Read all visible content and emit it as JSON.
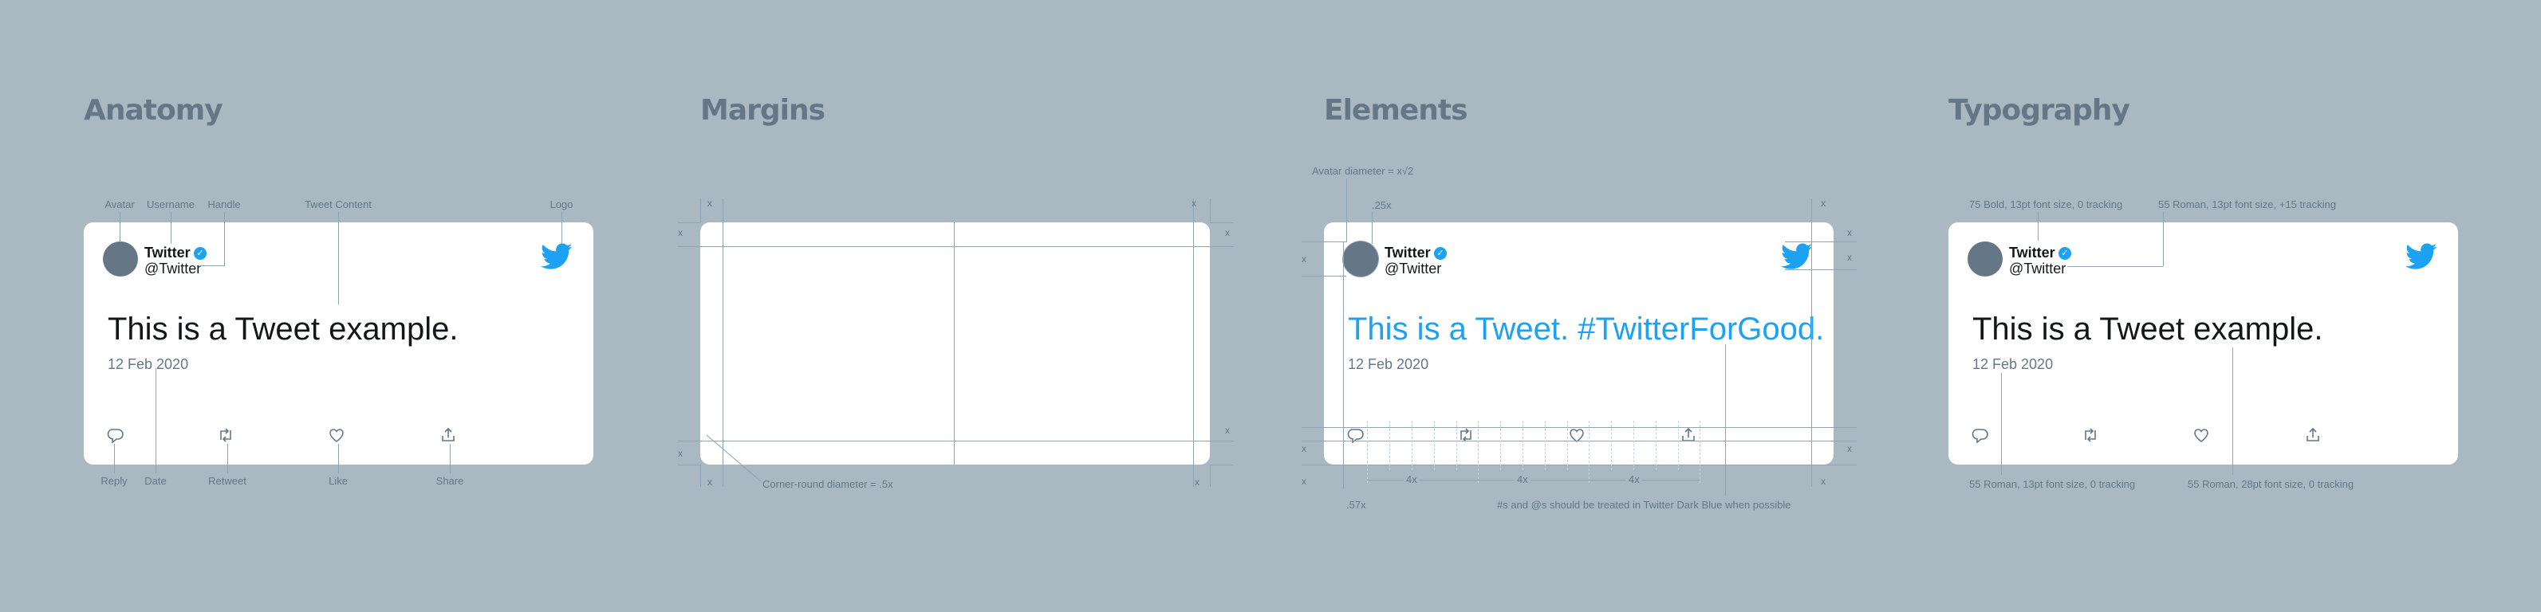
{
  "sections": {
    "anatomy": "Anatomy",
    "margins": "Margins",
    "elements": "Elements",
    "typography": "Typography"
  },
  "tweet": {
    "name": "Twitter",
    "handle": "@Twitter",
    "text": "This is a Tweet example.",
    "text_elements": "This is a Tweet. #TwitterForGood.",
    "date": "12 Feb 2020"
  },
  "anatomy_labels": {
    "avatar": "Avatar",
    "username": "Username",
    "handle": "Handle",
    "tweet_content": "Tweet Content",
    "logo": "Logo",
    "reply": "Reply",
    "date": "Date",
    "retweet": "Retweet",
    "like": "Like",
    "share": "Share"
  },
  "margins_labels": {
    "x": "x",
    "corner": "Corner-round diameter = .5x"
  },
  "elements_labels": {
    "avatar_diameter": "Avatar diameter = x√2",
    "quarter_x": ".25x",
    "x": "x",
    "four_x": "4x",
    "point57x": ".57x",
    "color_note": "#s and @s should be treated in Twitter Dark Blue when possible"
  },
  "typography_labels": {
    "bold_spec": "75 Bold, 13pt font size, 0 tracking",
    "roman_handle_spec": "55 Roman, 13pt font size, +15 tracking",
    "roman_date_spec": "55 Roman, 13pt font size, 0 tracking",
    "roman_body_spec": "55 Roman, 28pt font size, 0 tracking"
  },
  "icons": [
    "reply-icon",
    "retweet-icon",
    "like-icon",
    "share-icon",
    "twitter-bird-icon",
    "verified-badge-icon"
  ],
  "colors": {
    "background": "#aab8c2",
    "twitter_blue": "#1da1f2",
    "dark_gray": "#657786",
    "text": "#14171a",
    "card": "#ffffff"
  }
}
